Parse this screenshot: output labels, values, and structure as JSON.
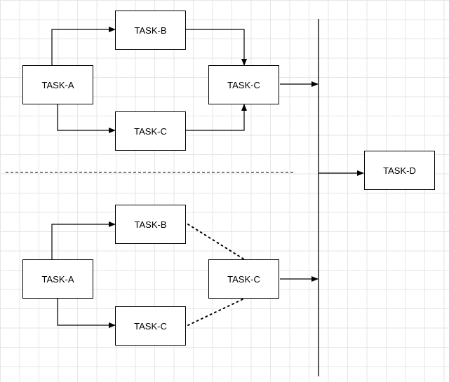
{
  "diagram": {
    "top_group": {
      "task_a": "TASK-A",
      "task_b": "TASK-B",
      "task_c_lower": "TASK-C",
      "task_c_merge": "TASK-C"
    },
    "bottom_group": {
      "task_a": "TASK-A",
      "task_b": "TASK-B",
      "task_c_lower": "TASK-C",
      "task_c_merge": "TASK-C"
    },
    "final": {
      "task_d": "TASK-D"
    }
  }
}
